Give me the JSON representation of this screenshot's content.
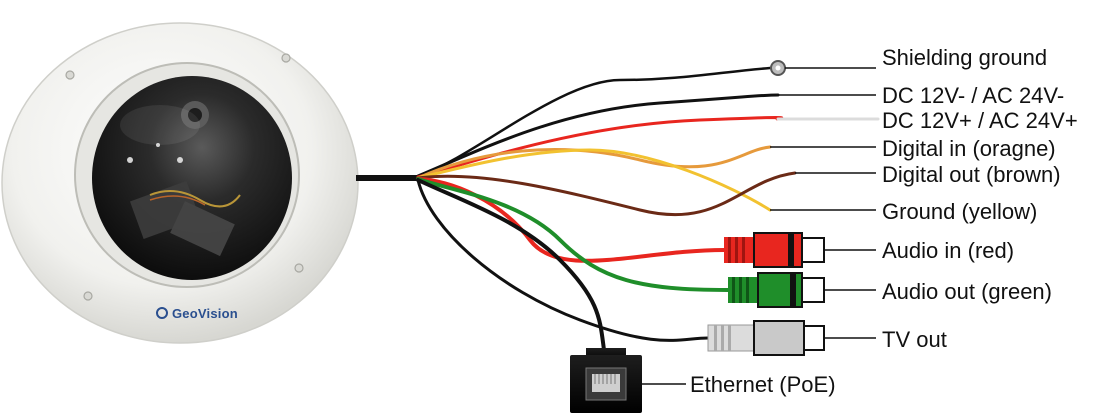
{
  "brand": "GeoVision",
  "labels": {
    "shielding_ground": "Shielding ground",
    "dc_minus": "DC 12V- / AC 24V-",
    "dc_plus": "DC 12V+ / AC 24V+",
    "digital_in": "Digital in (oragne)",
    "digital_out": "Digital out (brown)",
    "ground": "Ground (yellow)",
    "audio_in": "Audio in (red)",
    "audio_out": "Audio out (green)",
    "tv_out": "TV out",
    "ethernet": "Ethernet (PoE)"
  },
  "colors": {
    "black": "#111111",
    "red": "#e8261f",
    "white_wire": "#dcdcdc",
    "orange": "#e69a3c",
    "brown": "#6b2a16",
    "yellow": "#f2c230",
    "green": "#1f8e2a",
    "gray": "#c9c9c9"
  }
}
